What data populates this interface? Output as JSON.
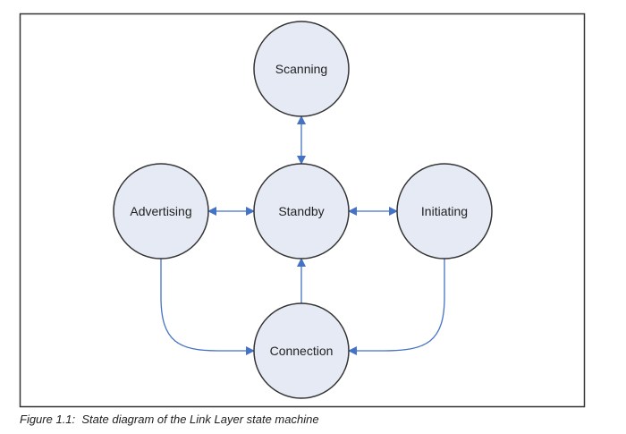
{
  "figure": {
    "caption": "Figure 1.1:  State diagram of the Link Layer state machine",
    "colors": {
      "node_fill": "#e6eaf5",
      "node_stroke": "#333333",
      "arrow": "#4472c4",
      "frame": "#333333"
    },
    "states": [
      {
        "id": "scanning",
        "label": "Scanning"
      },
      {
        "id": "advertising",
        "label": "Advertising"
      },
      {
        "id": "standby",
        "label": "Standby"
      },
      {
        "id": "initiating",
        "label": "Initiating"
      },
      {
        "id": "connection",
        "label": "Connection"
      }
    ],
    "transitions": [
      {
        "from": "scanning",
        "to": "standby",
        "bidirectional": true
      },
      {
        "from": "advertising",
        "to": "standby",
        "bidirectional": true
      },
      {
        "from": "initiating",
        "to": "standby",
        "bidirectional": true
      },
      {
        "from": "connection",
        "to": "standby",
        "bidirectional": false
      },
      {
        "from": "advertising",
        "to": "connection",
        "bidirectional": false
      },
      {
        "from": "initiating",
        "to": "connection",
        "bidirectional": false
      }
    ]
  }
}
